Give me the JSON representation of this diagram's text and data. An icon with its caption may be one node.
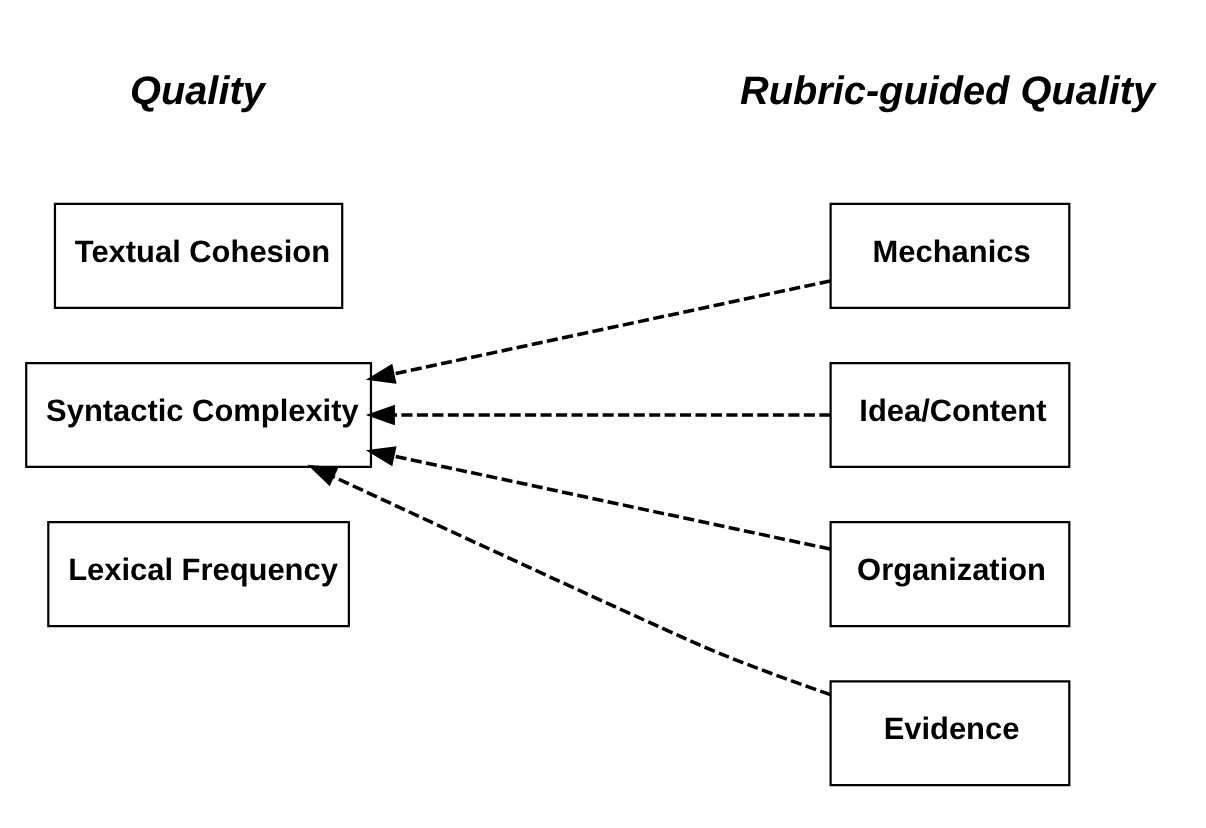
{
  "diagram": {
    "nodes": [
      {
        "text": [
          "Textual Cohesion"
        ]
      },
      {
        "text": [
          "Syntactic Complexity"
        ]
      },
      {
        "text": [
          "Lexical Frequency"
        ]
      },
      {
        "text": [
          "Mechanics"
        ]
      },
      {
        "text": [
          "Idea/Content"
        ]
      },
      {
        "text": [
          "Organization"
        ]
      },
      {
        "text": [
          "Evidence"
        ]
      }
    ],
    "edges": [
      {
        "from": 3,
        "to": 1,
        "arrow": "to",
        "style": "dashed"
      },
      {
        "from": 4,
        "to": 1,
        "arrow": "to",
        "style": "dashed"
      },
      {
        "from": 5,
        "to": 1,
        "arrow": "to",
        "style": "dashed"
      },
      {
        "from": 6,
        "to": 1,
        "arrow": "to",
        "style": "dashed"
      }
    ],
    "labels": [
      "Quality",
      "Rubric-guided Quality"
    ]
  }
}
